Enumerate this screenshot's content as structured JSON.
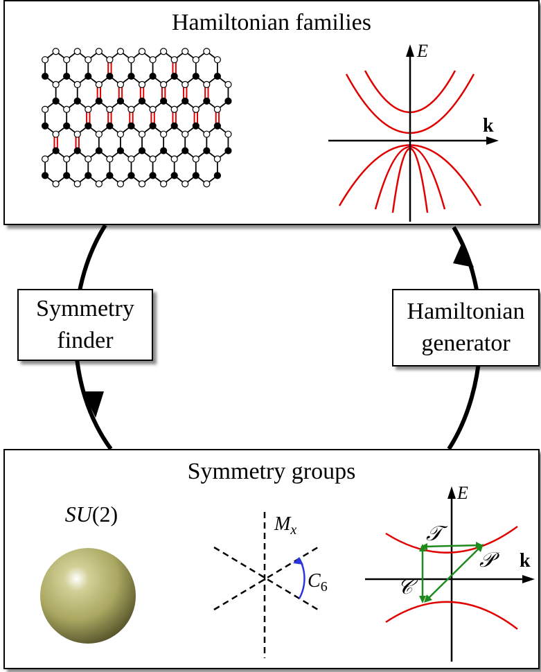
{
  "top_panel": {
    "title": "Hamiltonian families",
    "band_plot": {
      "energy_label": "E",
      "momentum_label": "k"
    }
  },
  "left_arrow_box": {
    "line1": "Symmetry",
    "line2": "finder"
  },
  "right_arrow_box": {
    "line1": "Hamiltonian",
    "line2": "generator"
  },
  "bottom_panel": {
    "title": "Symmetry groups",
    "sphere_label": "SU(2)",
    "mirror_label": "M",
    "mirror_sub": "x",
    "rotation_label": "C",
    "rotation_sub": "6",
    "spectrum": {
      "energy_label": "E",
      "momentum_label": "k",
      "time_reversal": "𝒯",
      "particle_hole": "𝒞",
      "chiral": "𝒫"
    }
  },
  "colors": {
    "band": "#e00000",
    "bond_highlight": "#e00000",
    "symmetry_arrows": "#1e8a1e",
    "rotation_arc": "#2a35e0",
    "sphere": "#a9a760"
  }
}
